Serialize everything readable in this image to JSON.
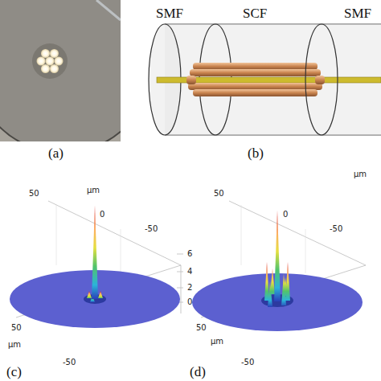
{
  "diagram": {
    "labels": [
      "SMF",
      "SCF",
      "SMF",
      "(a)",
      "(b)",
      "50",
      "μm",
      "0",
      "-50",
      "6",
      "4",
      "2",
      "0",
      "50",
      "μm",
      "-50",
      "(c)",
      "50",
      "μm",
      "0",
      "-50",
      "μm",
      "-50",
      "50",
      "(d)"
    ]
  }
}
